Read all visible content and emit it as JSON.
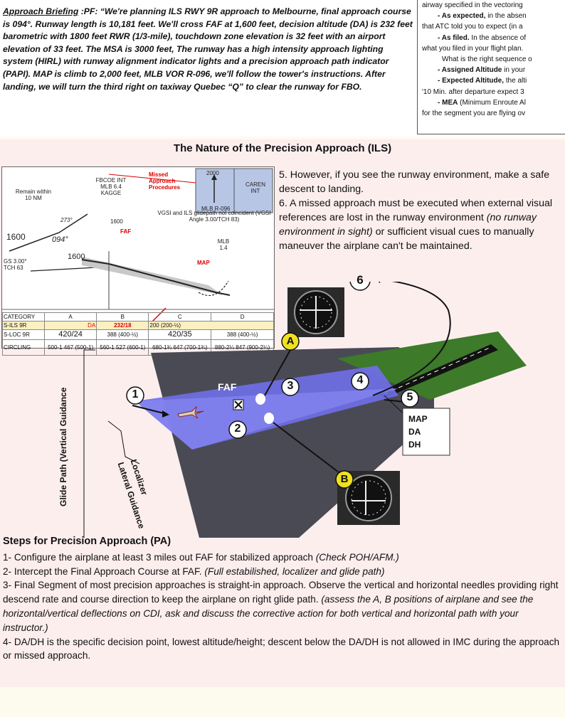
{
  "briefing": {
    "lead": "Approach Briefing",
    "text": " :PF: “We're planning ILS RWY 9R approach to Melbourne, final approach course is 094°. Runway length is 10,181 feet. We'll cross FAF at 1,600 feet, decision altitude (DA) is 232 feet barometric with 1800 feet RWR (1/3-mile), touchdown zone elevation is 32 feet with an airport elevation of 33 feet. The MSA is 3000 feet, The runway has a high intensity approach lighting system (HIRL) with runway alignment indicator lights and a precision approach path indicator (PAPI). MAP is climb to 2,000 feet, MLB VOR R-096, we'll follow the tower's instructions. After landing, we will turn the third right on taxiway Quebec “Q” to clear the runway for FBO."
  },
  "sidebar": {
    "lines": [
      {
        "bold": "",
        "text": "airway specified in the vectoring"
      },
      {
        "bold": "- As expected,",
        "text": " in the absen"
      },
      {
        "bold": "",
        "text": "that ATC told you to expect (in a"
      },
      {
        "bold": "- As filed.",
        "text": " In the absence of"
      },
      {
        "bold": "",
        "text": "what you filed in your flight plan."
      },
      {
        "bold": "",
        "text": "What is the right sequence o"
      },
      {
        "bold": "- Assigned Altitude",
        "text": " in your"
      },
      {
        "bold": "- Expected Altitude,",
        "text": " the alti"
      },
      {
        "bold": "",
        "text": "'10 Min. after departure expect 3"
      },
      {
        "bold": "- MEA",
        "text": " (Minimum Enroute Al"
      },
      {
        "bold": "",
        "text": "for the segment you are flying ov"
      }
    ]
  },
  "panel": {
    "title": "The Nature of the Precision Approach (ILS)"
  },
  "chart": {
    "remain": "Remain within 10 NM",
    "fix": "FBCOE INT MLB 6.4 KAGGE",
    "missed": "Missed Approach Procedures",
    "alt_2000": "2000",
    "vor": "MLB R-096",
    "caren": "CAREN INT",
    "note": "VGSI and ILS glidepath not coincident (VGSI Angle 3.00/TCH 83)",
    "course_273": "273°",
    "course_094": "094°",
    "alt_1600a": "1600",
    "alt_1600b": "1600",
    "alt_1600c": "1600",
    "gs": "GS 3.00° TCH 63",
    "faf": "FAF",
    "map": "MAP",
    "mlb": "MLB 1.4",
    "da_label": "DA",
    "da_value": "232/18",
    "da_value2": "200 (200-½)",
    "rows": [
      [
        "CATEGORY",
        "A",
        "B",
        "C",
        "D"
      ],
      [
        "S-ILS 9R",
        "",
        "232/18",
        "200 (200-½)",
        ""
      ],
      [
        "S-LOC 9R",
        "420/24",
        "388 (400-½)",
        "420/35",
        "388 (400-½)"
      ],
      [
        "CIRCLING",
        "500-1  467 (500-1)",
        "560-1  527 (600-1)",
        "680-1¾  647 (700-1¾)",
        "880-2¼  847 (900-2¼)"
      ]
    ]
  },
  "notes": {
    "p5": "5. However, if you see the runway environment, make a safe descent to landing.",
    "p6a": "6. A missed approach must be executed when external visual references are lost in the runway environment ",
    "p6i": "(no runway environment in sight)",
    "p6b": " or sufficient visual cues to manually maneuver the airplane can't be maintained."
  },
  "diagram": {
    "faf": "FAF",
    "n1": "1",
    "n2": "2",
    "n3": "3",
    "n4": "4",
    "n5": "5",
    "n6": "6",
    "a": "A",
    "b": "B",
    "map": "MAP",
    "da": "DA",
    "dh": "DH",
    "glide": "Glide Path (Vertical Guidance",
    "localizer": "Localizer",
    "lateral": "Lateral Guidance"
  },
  "steps": {
    "title": "Steps for Precision Approach (PA)",
    "s1": "1- Configure the airplane at least 3 miles out FAF for stabilized approach ",
    "s1i": "(Check POH/AFM.)",
    "s2": "2- Intercept the Final Approach Course at FAF. ",
    "s2i": "(Full estabilished, localizer and glide path)",
    "s3": "3- Final Segment of most precision approaches is straight-in approach. Observe the vertical and horizontal needles providing right descend rate and course direction to keep the airplane on right glide path. ",
    "s3i": "(assess the A, B positions of airplane and see the horizontal/vertical deflections on CDI, ask and discuss the corrective action for both vertical and horizontal path with your instructor.)",
    "s4": "4- DA/DH is the specific decision point, lowest altitude/height; descent below the DA/DH is not allowed in IMC during the approach or missed approach."
  },
  "colors": {
    "panel_bg": "#fdeeee",
    "glide_blue": "#6f6fe8",
    "field_green": "#3d7a2a",
    "annotation_red": "#dd0000",
    "marker_yellow": "#f0e020"
  }
}
